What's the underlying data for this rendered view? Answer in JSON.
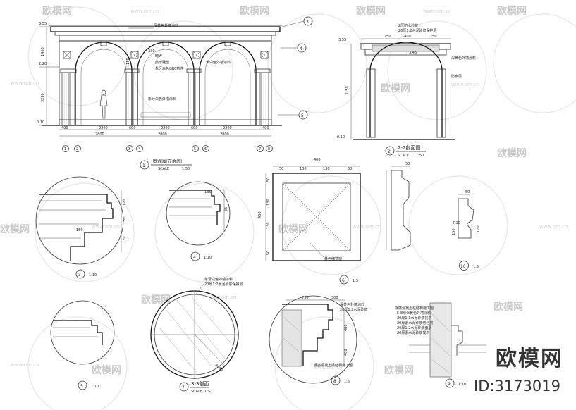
{
  "watermark": {
    "brand": "欧模网",
    "url": "www.om.cn"
  },
  "brand_block": {
    "logo_text": "欧模网",
    "id_text": "ID:3173019"
  },
  "elevation": {
    "title": "景观廊立面图",
    "number": "1",
    "scale": "SCALE",
    "scale_value": "1:50",
    "levels": [
      "3.55",
      "2.20",
      "0.10"
    ],
    "dims_bottom_row1": [
      "400",
      "2200",
      "600",
      "2200",
      "600",
      "2200",
      "400"
    ],
    "dims_bottom_row2": [
      "2800",
      "2800",
      "2800"
    ],
    "axes": [
      "1",
      "2",
      "3",
      "4",
      "5",
      "6",
      "7",
      "8"
    ],
    "heights": [
      "1460",
      "3230"
    ],
    "notes": [
      "深黄色外墙涂料",
      "暗砖",
      "鼓形雕塑",
      "象牙白色GRC构件",
      "米白色外墙涂料",
      "象牙白色外墙涂料"
    ],
    "markers": [
      "3",
      "4",
      "5"
    ],
    "dim_330": "330",
    "dim_1150": "1150"
  },
  "section22": {
    "title": "2-2剖面图",
    "number": "2",
    "scale": "SCALE",
    "scale_value": "1:50",
    "top_dims": [
      "750",
      "1400",
      "750"
    ],
    "levels": [
      "3.55",
      "3.45",
      "0.10"
    ],
    "notes": [
      "深黄色外墙涂料",
      "2厚防水砂浆",
      "20厚1:2水泥砂浆保护层",
      "防水层"
    ],
    "height": "3150"
  },
  "detail3": {
    "number": "3",
    "scale_value": "1:10",
    "dims": [
      "150",
      "120",
      "130",
      "170"
    ]
  },
  "detail4": {
    "number": "4",
    "scale_value": "1:10",
    "dims": [
      "135",
      "65"
    ]
  },
  "detail5": {
    "number": "5",
    "scale_value": "1:10"
  },
  "detail6": {
    "number": "6",
    "scale_value": "1:5",
    "top_dims": [
      "50",
      "130",
      "130",
      "50"
    ],
    "overall": "400",
    "side_dims": [
      "50",
      "130",
      "130",
      "50"
    ],
    "note": "黄色储铁窗"
  },
  "detail7": {
    "title": "3-3剖面",
    "number": "7",
    "scale": "SCALE",
    "scale_value": "1:5",
    "notes": [
      "象牙白色外墙涂料",
      "20厚1:2水泥砂浆保护层"
    ],
    "radius": "R200"
  },
  "detail8": {
    "number": "8",
    "scale_value": "1:5",
    "top_dims": [
      "750",
      "300"
    ],
    "notes": [
      "深黄色外墙涂料",
      "20厚1:2水泥砂浆"
    ],
    "heights": [
      "480",
      "400"
    ],
    "bottom_note": "钢筋混凝土梁结构施工图"
  },
  "detail9": {
    "number": "9",
    "scale_value": "1:10",
    "notes": [
      "钢筋混凝土柱结构施工图",
      "5-8厚米黄色外墙涂料",
      "20厚1:3水泥砂浆找平",
      "20厚素水泥砂浆结合层",
      "20厚1:2水泥砂浆面层",
      "20厚素水泥砂浆找平"
    ]
  },
  "detail10": {
    "number": "10",
    "scale_value": "1:5",
    "dims": [
      "50",
      "R10",
      "150",
      "120"
    ]
  }
}
